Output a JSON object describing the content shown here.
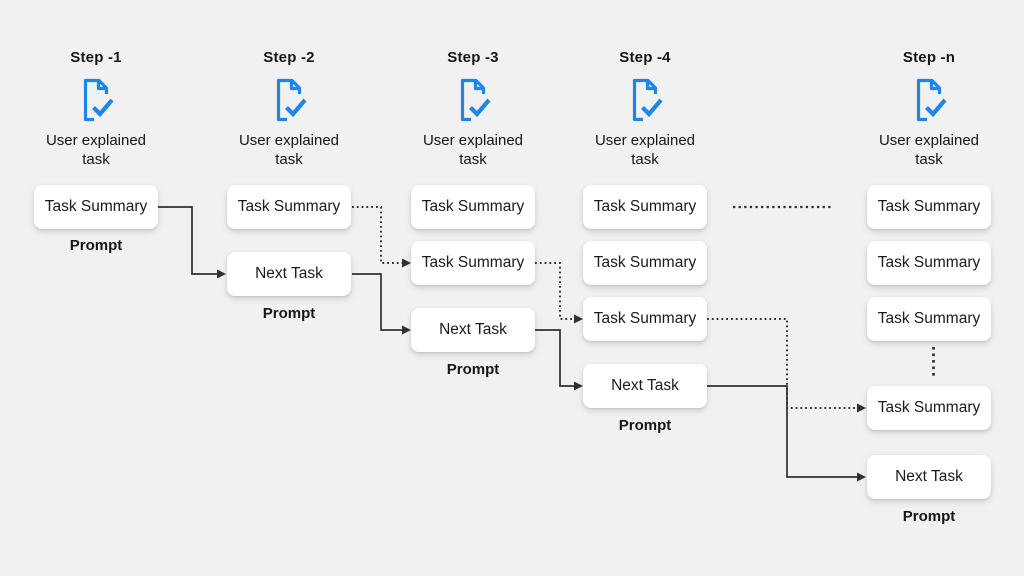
{
  "colors": {
    "background": "#f1f1f2",
    "box_background": "#ffffff",
    "text": "#161616",
    "accent_blue": "#1e86e8",
    "connector": "#303030"
  },
  "labels": {
    "task_summary": "Task Summary",
    "next_task": "Next Task",
    "prompt": "Prompt",
    "user_explained_task": "User explained task"
  },
  "icons": {
    "document_check": "document-check-icon"
  },
  "steps": [
    {
      "title": "Step -1",
      "caption": "User explained task",
      "boxes": [
        "Task Summary"
      ],
      "prompt": "Prompt"
    },
    {
      "title": "Step -2",
      "caption": "User explained task",
      "boxes": [
        "Task Summary",
        "Next Task"
      ],
      "prompt": "Prompt"
    },
    {
      "title": "Step -3",
      "caption": "User explained task",
      "boxes": [
        "Task Summary",
        "Task Summary",
        "Next Task"
      ],
      "prompt": "Prompt"
    },
    {
      "title": "Step -4",
      "caption": "User explained task",
      "boxes": [
        "Task Summary",
        "Task Summary",
        "Task Summary",
        "Next Task"
      ],
      "prompt": "Prompt"
    },
    {
      "title": "Step -n",
      "caption": "User explained task",
      "boxes": [
        "Task Summary",
        "Task Summary",
        "Task Summary",
        "Task Summary",
        "Next Task"
      ],
      "prompt": "Prompt"
    }
  ],
  "connectors": [
    {
      "from": "step1.task-summary",
      "to": "step2.next-task",
      "style": "solid-arrow"
    },
    {
      "from": "step2.task-summary",
      "to": "step3.task-summary-2",
      "style": "dotted-arrow"
    },
    {
      "from": "step2.next-task",
      "to": "step3.next-task",
      "style": "solid-arrow"
    },
    {
      "from": "step3.task-summary-2",
      "to": "step4.task-summary-3",
      "style": "dotted-arrow"
    },
    {
      "from": "step3.next-task",
      "to": "step4.next-task",
      "style": "solid-arrow"
    },
    {
      "from": "step4.task-summary-1",
      "to": "stepn.task-summary-1",
      "style": "dotted-continuation"
    },
    {
      "from": "step4.task-summary-3",
      "to": "stepn.task-summary-4",
      "style": "dotted-arrow"
    },
    {
      "from": "step4.next-task",
      "to": "stepn.next-task",
      "style": "solid-arrow"
    },
    {
      "from": "stepn.task-summary-3",
      "to": "stepn.task-summary-4",
      "style": "vertical-ellipsis"
    }
  ]
}
